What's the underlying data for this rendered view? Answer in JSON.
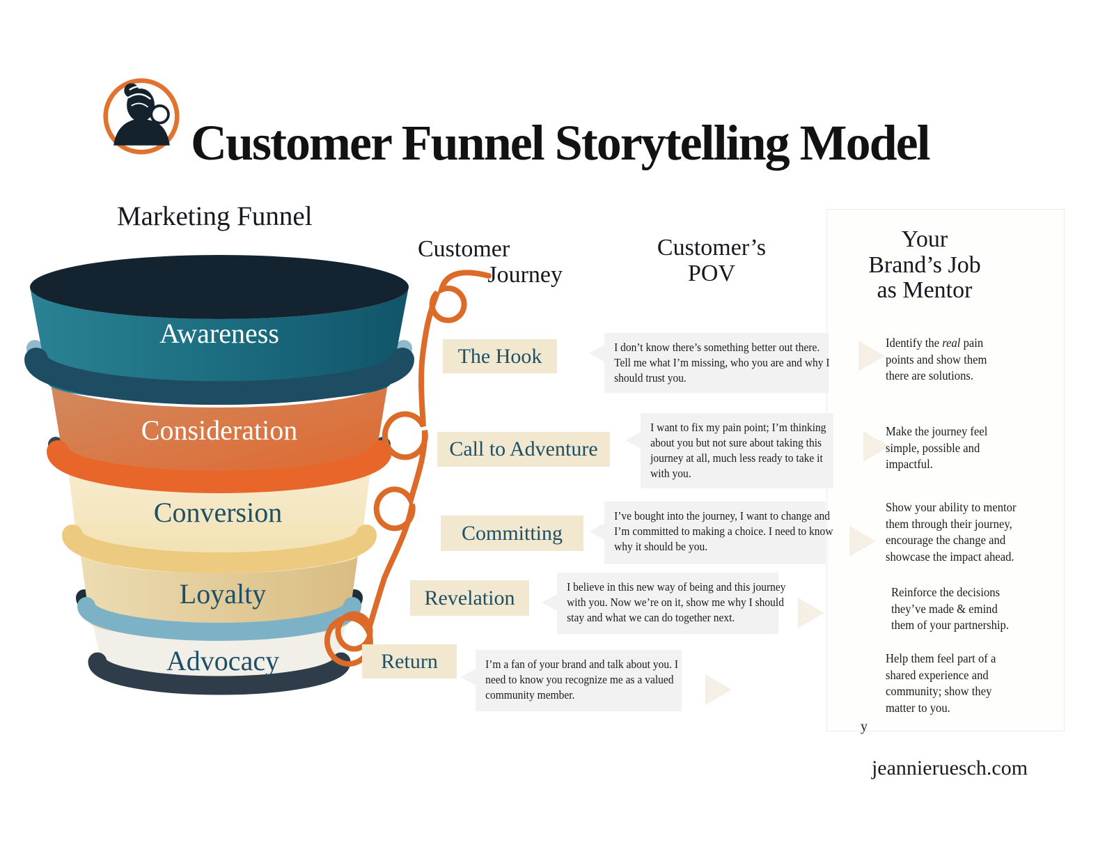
{
  "header": {
    "title": "Customer Funnel Storytelling Model",
    "logo_alt": "woman-with-magnifying-glass"
  },
  "funnel": {
    "heading": "Marketing Funnel",
    "stages": [
      {
        "label": "Awareness",
        "body_color": "#1f7287",
        "rim_color": "#1d4c63",
        "text_color": "#ffffff"
      },
      {
        "label": "Consideration",
        "body_color": "#dd7a4a",
        "rim_color": "#e8662a",
        "text_color": "#ffffff"
      },
      {
        "label": "Conversion",
        "body_color": "#f5e8c3",
        "rim_color": "#eccb80",
        "text_color": "#1d4f66"
      },
      {
        "label": "Loyalty",
        "body_color": "#e3cb9a",
        "rim_color": "#7db2c6",
        "text_color": "#1d4f66"
      },
      {
        "label": "Advocacy",
        "body_color": "#f1efe8",
        "rim_color": "#2e3d49",
        "text_color": "#1d4f66"
      }
    ]
  },
  "columns": {
    "journey": {
      "line1": "Customer",
      "line2": "Journey"
    },
    "pov": {
      "line1": "Customer’s",
      "line2": "POV"
    },
    "brand": {
      "line1": "Your",
      "line2": "Brand’s Job",
      "line3": "as Mentor"
    }
  },
  "rows": [
    {
      "journey": "The Hook",
      "pov": "I don’t know there’s something better out there.  Tell me what I’m missing, who you are and why I should trust you.",
      "brand": {
        "pre": "Identify the ",
        "em": "real",
        "post": " pain points and show them there are solutions."
      }
    },
    {
      "journey": "Call to Adventure",
      "pov": "I want to fix my pain point; I’m thinking about you but not sure about taking this journey at all, much less ready to take it with you.",
      "brand": {
        "pre": "Make the journey feel simple, possible and impactful.",
        "em": "",
        "post": ""
      }
    },
    {
      "journey": "Committing",
      "pov": "I’ve bought into the journey, I want to change and I’m committed to making a choice.  I need to know why it should be you.",
      "brand": {
        "pre": "Show your ability to mentor them through their journey, encourage the change and showcase the impact ahead.",
        "em": "",
        "post": ""
      }
    },
    {
      "journey": "Revelation",
      "pov": "I believe in this new way of being and this journey with you.  Now we’re on it, show me why I should stay and what we can do together next.",
      "brand": {
        "pre": "Reinforce the decisions they’ve made & emind them of your partnership.",
        "em": "",
        "post": ""
      }
    },
    {
      "journey": "Return",
      "pov": "I’m a fan of your brand and talk about you.  I need to know you recognize me as a valued community member.",
      "brand": {
        "pre": "Help them feel part of a shared experience and community; show they matter to you.",
        "em": "",
        "post": ""
      }
    }
  ],
  "footer": {
    "website": "jeannieruesch.com"
  },
  "artifact": {
    "text": "y"
  },
  "colors": {
    "swirl": "#dc6a28",
    "journey_box": "#f2e8cf",
    "journey_text": "#1d4f66",
    "bubble": "#f2f2f2",
    "arrow": "#f6efe5",
    "panel_border": "#ebebe9",
    "opening_navy": "#13232f",
    "title": "#121212",
    "logo_ring": "#e0732f"
  }
}
